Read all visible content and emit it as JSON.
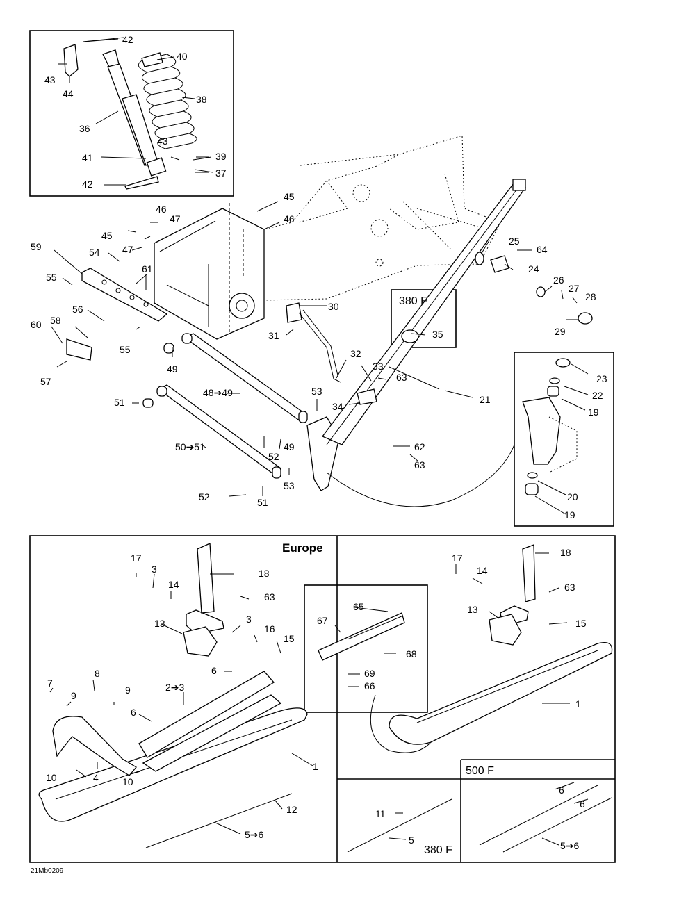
{
  "headers": {
    "variant_380f_top": "380 F",
    "europe": "Europe",
    "variant_500f": "500 F",
    "variant_380f_bottom": "380 F"
  },
  "drawing_code": "21Mb0209",
  "callouts": {
    "c42a": "42",
    "c43a": "43",
    "c44": "44",
    "c40": "40",
    "c38": "38",
    "c36": "36",
    "c43b": "43",
    "c41": "41",
    "c39": "39",
    "c37": "37",
    "c42b": "42",
    "c45a": "45",
    "c46a": "46",
    "c46b": "46",
    "c47a": "47",
    "c45b": "45",
    "c47b": "47",
    "c59": "59",
    "c54": "54",
    "c61": "61",
    "c55a": "55",
    "c56": "56",
    "c58": "58",
    "c60": "60",
    "c55b": "55",
    "c57": "57",
    "c49a": "49",
    "c30": "30",
    "c31": "31",
    "c25": "25",
    "c64": "64",
    "c24": "24",
    "c26": "26",
    "c27": "27",
    "c28": "28",
    "c29": "29",
    "c35": "35",
    "c32": "32",
    "c33": "33",
    "c63a": "63",
    "c34": "34",
    "c21": "21",
    "c23": "23",
    "c22": "22",
    "c19a": "19",
    "c48_49": "48➔49",
    "c51a": "51",
    "c50_51": "50➔51",
    "c53a": "53",
    "c49b": "49",
    "c52a": "52",
    "c62": "62",
    "c63b": "63",
    "c53b": "53",
    "c52b": "52",
    "c51b": "51",
    "c20": "20",
    "c19b": "19",
    "c17a": "17",
    "c3a": "3",
    "c14a": "14",
    "c18a": "18",
    "c63c": "63",
    "c13a": "13",
    "c3b": "3",
    "c16": "16",
    "c15a": "15",
    "c6a": "6",
    "c8": "8",
    "c7": "7",
    "c9a": "9",
    "c9b": "9",
    "c2_3": "2➔3",
    "c6b": "6",
    "c10a": "10",
    "c4": "4",
    "c10b": "10",
    "c1a": "1",
    "c12": "12",
    "c5_6a": "5➔6",
    "c65": "65",
    "c67": "67",
    "c68": "68",
    "c69": "69",
    "c66": "66",
    "c17b": "17",
    "c14b": "14",
    "c18b": "18",
    "c63d": "63",
    "c13b": "13",
    "c15b": "15",
    "c1b": "1",
    "c11": "11",
    "c5": "5",
    "c6c": "6",
    "c6d": "6",
    "c5_6b": "5➔6"
  }
}
